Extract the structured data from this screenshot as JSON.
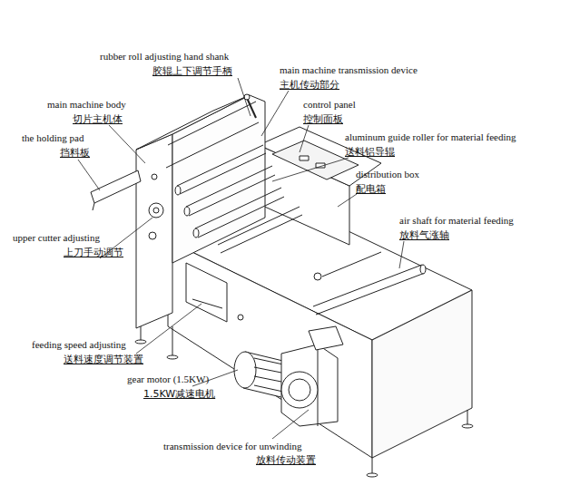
{
  "diagram": {
    "labels": [
      "rubber roll adjusting hand shank",
      "胶辊上下调节手柄",
      "main machine transmission device",
      "主机传动部分",
      "main machine body",
      "切片主机体",
      "control panel",
      "控制面板",
      "aluminum guide roller for material feeding",
      "送料铝导辊",
      "the holding pad",
      "挡料板",
      "distribution box",
      "配电箱",
      "air shaft for material feeding",
      "放料气涨轴",
      "upper cutter adjusting",
      "上刀手动调节",
      "feeding speed adjusting",
      "送料速度调节装置",
      "gear motor (1.5KW)",
      "1.5KW减速电机",
      "transmission device for unwinding",
      "放料传动装置"
    ]
  }
}
